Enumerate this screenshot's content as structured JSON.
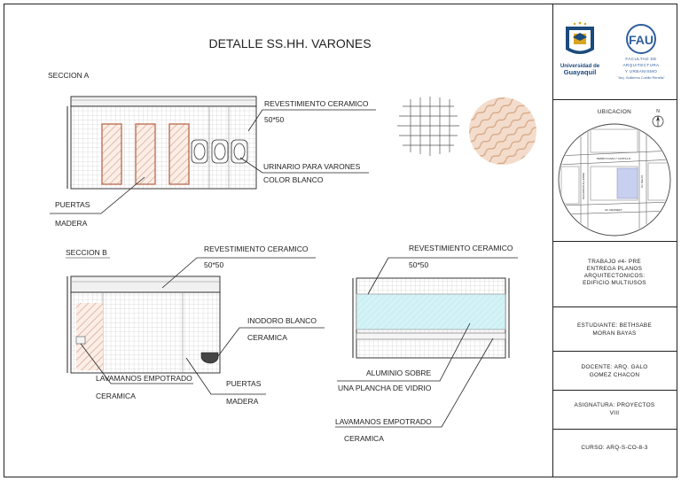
{
  "sheet": {
    "title": "DETALLE SS.HH. VARONES"
  },
  "section_a": {
    "heading": "SECCION A",
    "label_cladding": "REVESTIMIENTO CERAMICO",
    "label_cladding_size": "50*50",
    "label_urinal": "URINARIO PARA VARONES",
    "label_urinal_color": "COLOR BLANCO",
    "label_doors": "PUERTAS",
    "label_doors_material": "MADERA"
  },
  "section_b": {
    "heading": "SECCION B",
    "label_cladding": "REVESTIMIENTO CERAMICO",
    "label_cladding_size": "50*50",
    "label_toilet": "INODORO BLANCO",
    "label_toilet_material": "CERAMICA",
    "label_basin": "LAVAMANOS EMPOTRADO",
    "label_basin_material": "CERAMICA",
    "label_doors": "PUERTAS",
    "label_doors_material": "MADERA"
  },
  "section_c": {
    "label_cladding": "REVESTIMIENTO CERAMICO",
    "label_cladding_size": "50*50",
    "label_mirror": "ALUMINIO SOBRE",
    "label_mirror_glass": "UNA PLANCHA DE VIDRIO",
    "label_basin": "LAVAMANOS EMPOTRADO",
    "label_basin_material": "CERAMICA"
  },
  "title_block": {
    "university_line1": "Universidad de",
    "university_line2": "Guayaquil",
    "faculty_line1": "FACULTAD DE",
    "faculty_line2": "ARQUITECTURA",
    "faculty_line3": "Y URBANISMO",
    "faculty_line4": "\"Arq. Guillermo Cubillo Renella\"",
    "location_heading": "UBICACION",
    "north_mark": "N",
    "street_1": "PEDRO ICAZA Y CASTILLO",
    "street_2": "AV. DELTA",
    "street_3": "SALVADOR ALLENDE",
    "street_4": "AV. KENNEDY",
    "work_line1": "TRABAJO #4- PRE",
    "work_line2": "ENTREGA PLANOS",
    "work_line3": "ARQUITECTONICOS:",
    "work_line4": "EDIFICIO MULTIUSOS",
    "student_line1": "ESTUDIANTE: BETHSABE",
    "student_line2": "MORAN BAYAS",
    "teacher_line1": "DOCENTE: ARQ. GALO",
    "teacher_line2": "GOMEZ CHACON",
    "subject_line1": "ASIGNATURA: PROYECTOS",
    "subject_line2": "VIII",
    "course": "CURSO: ARQ-S-CO-8-3"
  },
  "colors": {
    "line": "#222222",
    "grid": "#bdbdbd",
    "wood": "#c9866a",
    "glass": "#cdeef3",
    "uni_blue": "#1b4a7c",
    "uni_gold": "#d9a521",
    "faculty_blue": "#2f5f9e",
    "map_block": "#c8d0ef"
  }
}
